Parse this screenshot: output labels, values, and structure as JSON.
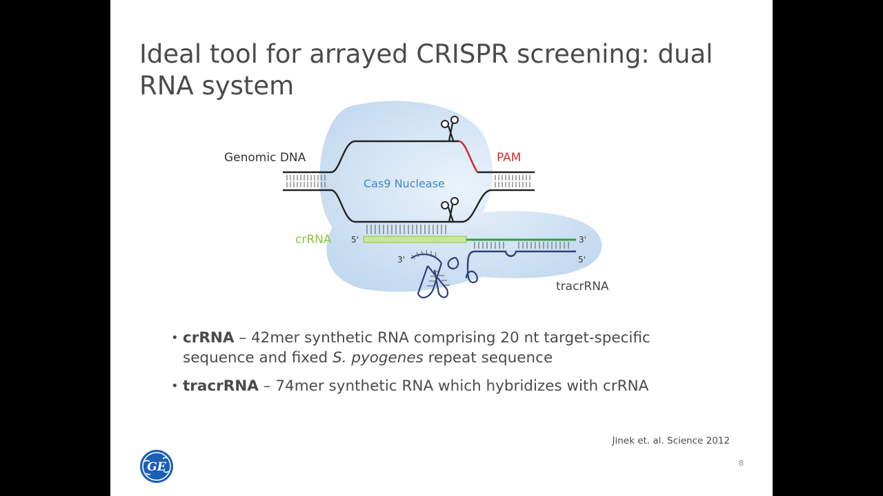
{
  "slide": {
    "title_line1": "Ideal tool for arrayed CRISPR screening: dual",
    "title_line2": "RNA system",
    "page_number": "8",
    "citation": "Jinek et. al. Science 2012",
    "logo_text": "GE"
  },
  "diagram": {
    "labels": {
      "genomic_dna": "Genomic DNA",
      "pam": "PAM",
      "cas9": "Cas9 Nuclease",
      "crrna": "crRNA",
      "tracrrna": "tracrRNA",
      "five_prime": "5'",
      "three_prime": "3'"
    },
    "colors": {
      "cas9_blob": "#c3d9ef",
      "pam_red": "#d32f2f",
      "crrna_bar": "#c8e69a",
      "tracr_green": "#2e9e3f",
      "label_blue": "#3c87c0",
      "label_green": "#8cc63e"
    }
  },
  "bullets": [
    {
      "term": "crRNA",
      "separator": " –  ",
      "line1": "42mer synthetic RNA comprising 20 nt target-specific",
      "line2_pre": "sequence and fixed ",
      "line2_italic": "S. pyogenes",
      "line2_post": " repeat sequence"
    },
    {
      "term": "tracrRNA",
      "separator": " – ",
      "line1": "74mer synthetic RNA which hybridizes with crRNA"
    }
  ]
}
